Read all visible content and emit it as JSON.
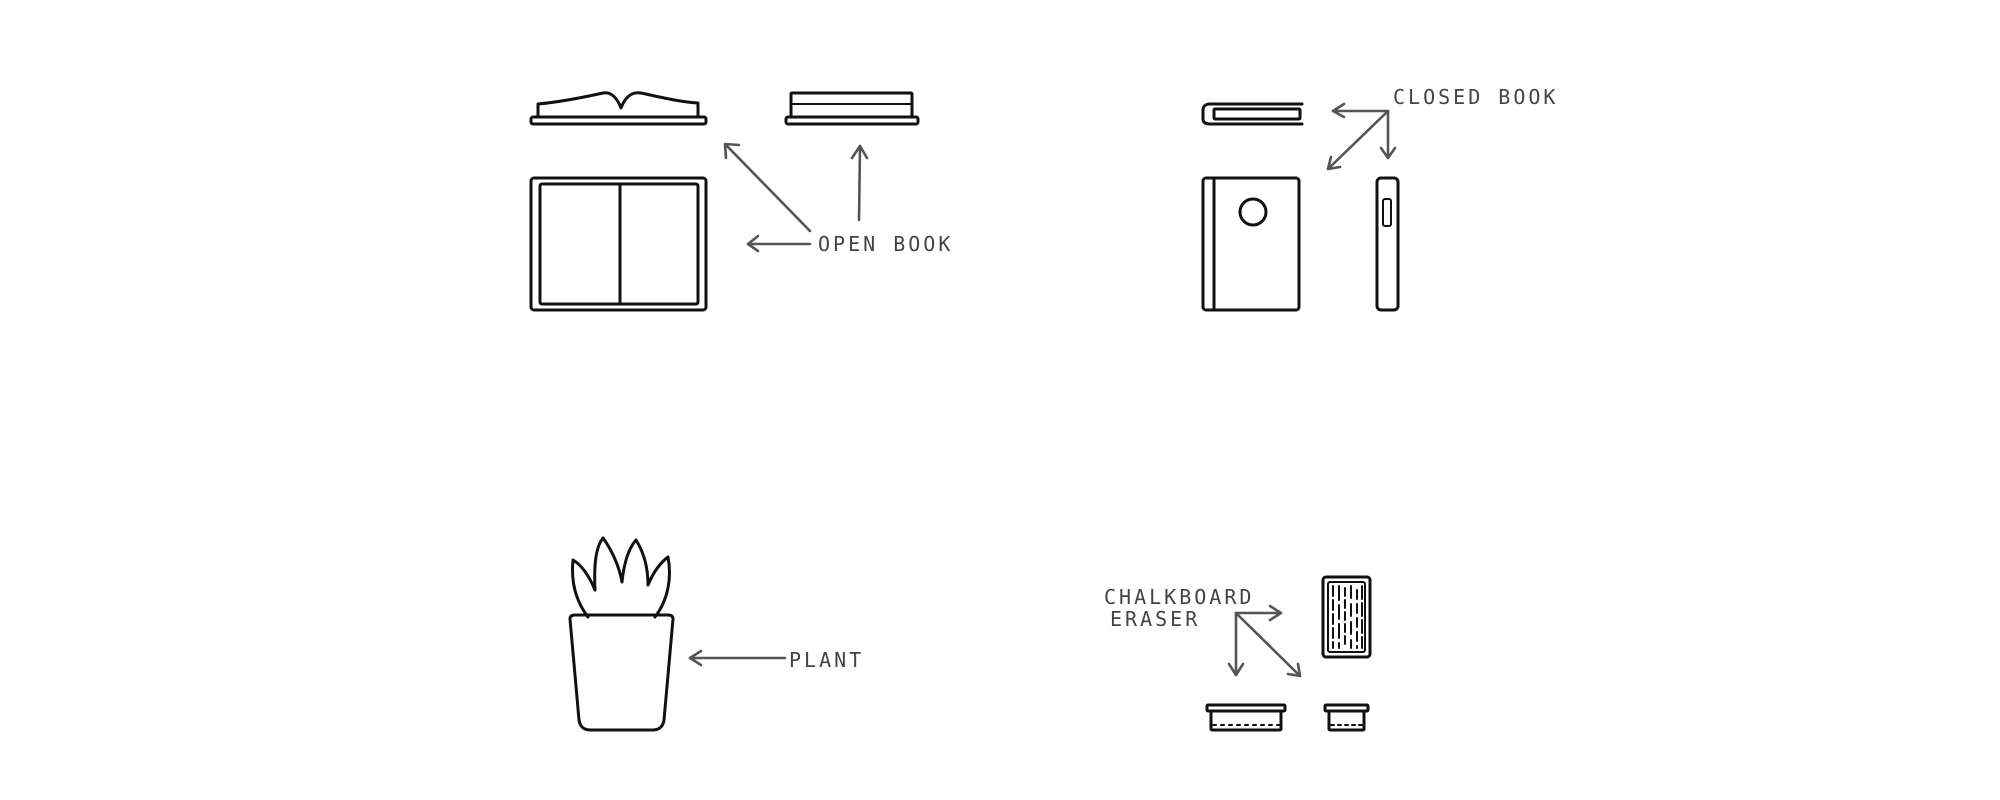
{
  "labels": {
    "open_book": "OPEN BOOK",
    "closed_book": "CLOSED BOOK",
    "plant": "PLANT",
    "chalkboard_eraser_line1": "CHALKBOARD",
    "chalkboard_eraser_line2": "ERASER"
  },
  "colors": {
    "background": "#ffffff",
    "ink": "#111111",
    "arrow": "#555555",
    "label": "#444444"
  }
}
